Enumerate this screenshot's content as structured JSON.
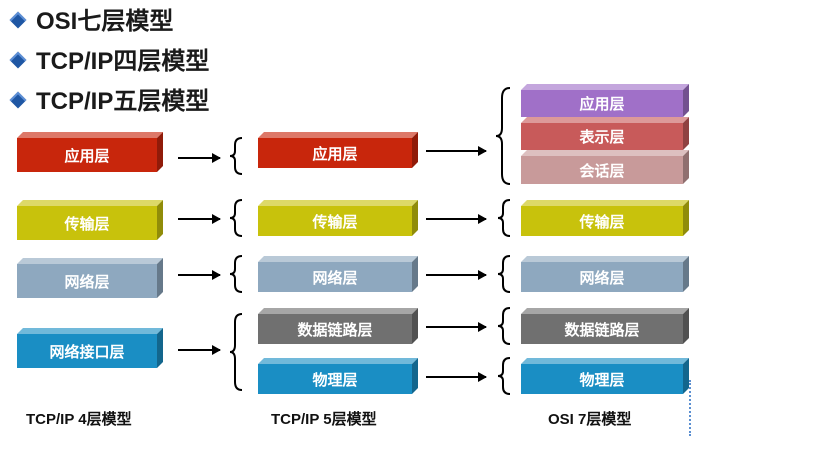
{
  "bullets": [
    "OSI七层模型",
    "TCP/IP四层模型",
    "TCP/IP五层模型"
  ],
  "columns": {
    "tcpip4": {
      "caption": "TCP/IP 4层模型",
      "layers": [
        "应用层",
        "传输层",
        "网络层",
        "网络接口层"
      ]
    },
    "tcpip5": {
      "caption": "TCP/IP 5层模型",
      "layers": [
        "应用层",
        "传输层",
        "网络层",
        "数据链路层",
        "物理层"
      ]
    },
    "osi7": {
      "caption": "OSI 7层模型",
      "layers": [
        "应用层",
        "表示层",
        "会话层",
        "传输层",
        "网络层",
        "数据链路层",
        "物理层"
      ]
    }
  },
  "colors": {
    "application": "#c8260c",
    "transport": "#c8c20c",
    "network": "#8ea8bf",
    "interface": "#1a8ec4",
    "datalink": "#707070",
    "physical": "#1a8ec4",
    "osi_application": "#a070c8",
    "osi_presentation": "#c85a5a",
    "osi_session": "#c89a9a",
    "bullet": "#1f57a4"
  }
}
